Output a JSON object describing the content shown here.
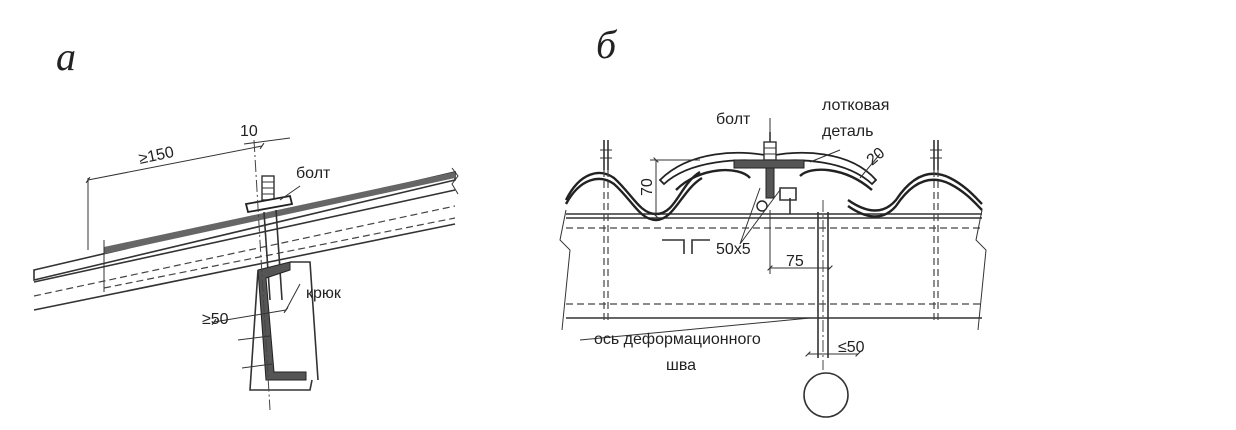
{
  "panel_a": {
    "letter": "а",
    "labels": {
      "dim_150": "≥150",
      "dim_10": "10",
      "bolt": "болт",
      "hook": "крюк",
      "dim_50": "≥50"
    }
  },
  "panel_b": {
    "letter": "б",
    "labels": {
      "bolt": "болт",
      "tray_1": "лотковая",
      "tray_2": "деталь",
      "dim_20": "20",
      "dim_70": "70",
      "angle": "50х5",
      "dim_75": "75",
      "axis_1": "ось деформационного",
      "axis_2": "шва",
      "dim_50": "≤50"
    }
  }
}
